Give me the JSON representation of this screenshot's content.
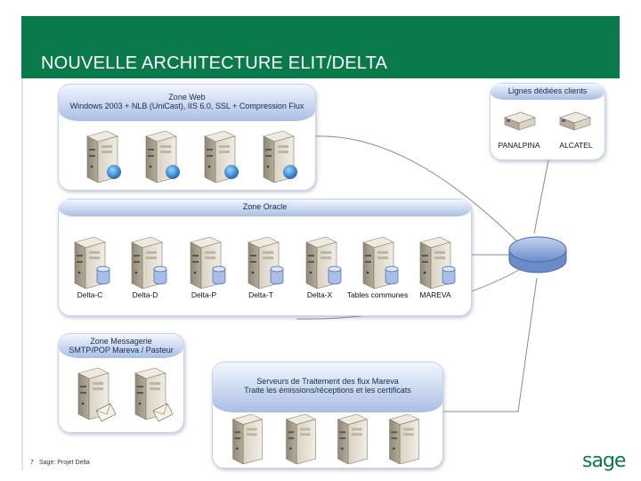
{
  "header": {
    "title": "NOUVELLE ARCHITECTURE ELIT/DELTA"
  },
  "zone_web": {
    "line1": "Zone Web",
    "line2": "Windows 2003 + NLB (UniCast), IIS 6.0, SSL + Compression Flux"
  },
  "zone_lignes": {
    "title": "Lignes dédiées clients",
    "clients": [
      "PANALPINA",
      "ALCATEL"
    ]
  },
  "zone_oracle": {
    "title": "Zone Oracle",
    "servers": [
      "Delta-C",
      "Delta-D",
      "Delta-P",
      "Delta-T",
      "Delta-X",
      "Tables communes",
      "MAREVA"
    ]
  },
  "zone_messagerie": {
    "line1": "Zone Messagerie",
    "line2": "SMTP/POP Mareva / Pasteur"
  },
  "zone_traitement": {
    "line1": "Serveurs de Traitement des flux Mareva",
    "line2": "Traite les émissions/réceptions et les certificats"
  },
  "footer": {
    "page_number": "7",
    "text": "Sage: Projet Delta",
    "logo": "sage"
  },
  "colors": {
    "title_bar": "#0b7a4a",
    "zone_header": "#b9cbe9",
    "hub": "#7d9bd3"
  },
  "icons": [
    "server-icon",
    "globe-icon",
    "database-icon",
    "envelope-icon",
    "router-icon",
    "network-hub-icon"
  ]
}
